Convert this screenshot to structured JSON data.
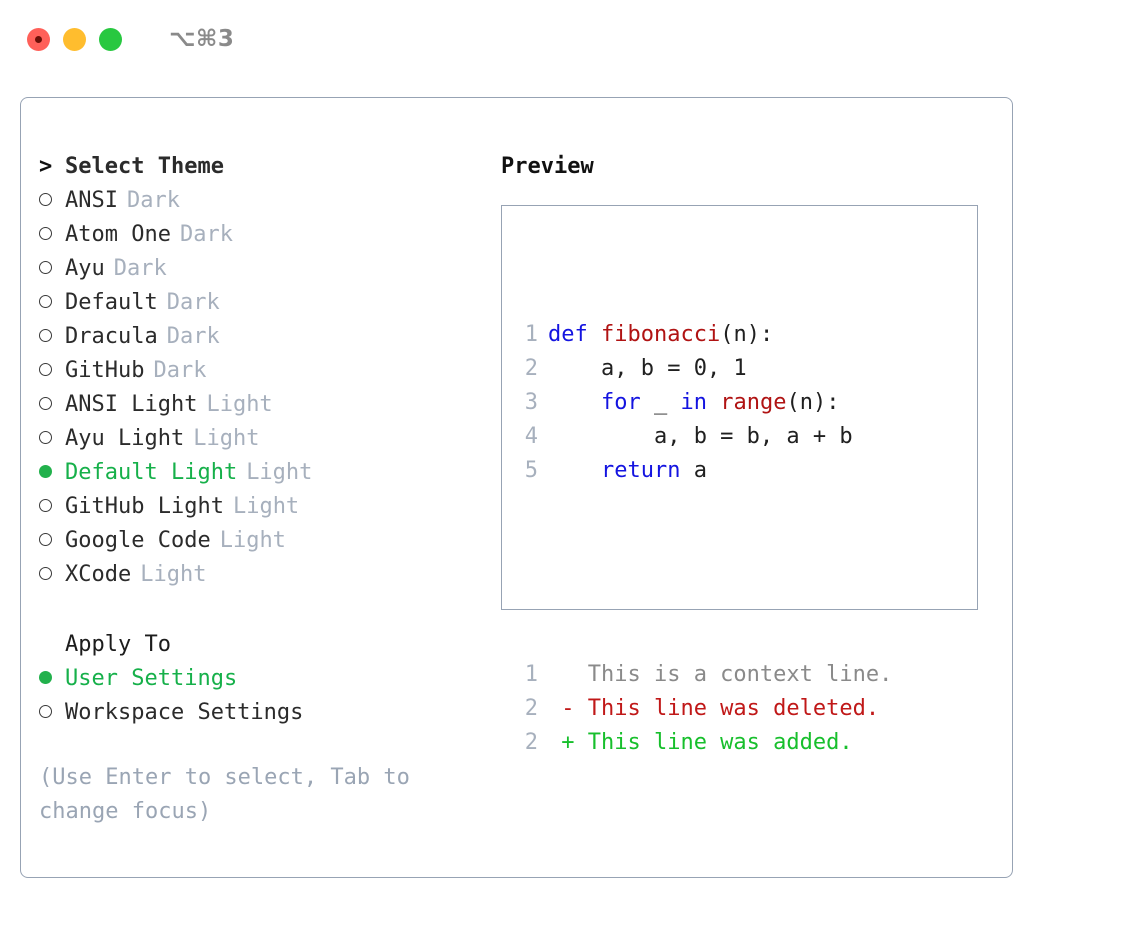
{
  "titlebar": {
    "shortcut": "⌥⌘3",
    "lights": [
      "close-red",
      "minimize-yellow",
      "maximize-green"
    ]
  },
  "theme_list": {
    "header_marker": ">",
    "header_label": "Select Theme",
    "items": [
      {
        "marker": "empty",
        "label": "ANSI",
        "suffix": "Dark",
        "selected": false
      },
      {
        "marker": "empty",
        "label": "Atom One",
        "suffix": "Dark",
        "selected": false
      },
      {
        "marker": "empty",
        "label": "Ayu",
        "suffix": "Dark",
        "selected": false
      },
      {
        "marker": "empty",
        "label": "Default",
        "suffix": "Dark",
        "selected": false
      },
      {
        "marker": "empty",
        "label": "Dracula",
        "suffix": "Dark",
        "selected": false
      },
      {
        "marker": "empty",
        "label": "GitHub",
        "suffix": "Dark",
        "selected": false
      },
      {
        "marker": "empty",
        "label": "ANSI Light",
        "suffix": "Light",
        "selected": false
      },
      {
        "marker": "empty",
        "label": "Ayu Light",
        "suffix": "Light",
        "selected": false
      },
      {
        "marker": "filled",
        "label": "Default Light",
        "suffix": "Light",
        "selected": true
      },
      {
        "marker": "empty",
        "label": "GitHub Light",
        "suffix": "Light",
        "selected": false
      },
      {
        "marker": "empty",
        "label": "Google Code",
        "suffix": "Light",
        "selected": false
      },
      {
        "marker": "empty",
        "label": "XCode",
        "suffix": "Light",
        "selected": false
      }
    ]
  },
  "apply_to": {
    "header_label": "Apply To",
    "items": [
      {
        "marker": "filled",
        "label": "User Settings",
        "selected": true
      },
      {
        "marker": "empty",
        "label": "Workspace Settings",
        "selected": false
      }
    ]
  },
  "hint": "(Use Enter to select, Tab to change focus)",
  "preview": {
    "title": "Preview",
    "code_lines": [
      {
        "num": "1",
        "tokens": [
          {
            "t": "def ",
            "c": "kw"
          },
          {
            "t": "fibonacci",
            "c": "fn"
          },
          {
            "t": "(n):",
            "c": "plain"
          }
        ]
      },
      {
        "num": "2",
        "tokens": [
          {
            "t": "    a, b = 0, 1",
            "c": "plain"
          }
        ]
      },
      {
        "num": "3",
        "tokens": [
          {
            "t": "    ",
            "c": "plain"
          },
          {
            "t": "for",
            "c": "kw"
          },
          {
            "t": " _ ",
            "c": "plain"
          },
          {
            "t": "in",
            "c": "kw"
          },
          {
            "t": " ",
            "c": "plain"
          },
          {
            "t": "range",
            "c": "fn"
          },
          {
            "t": "(n):",
            "c": "plain"
          }
        ]
      },
      {
        "num": "4",
        "tokens": [
          {
            "t": "        a, b = b, a + b",
            "c": "plain"
          }
        ]
      },
      {
        "num": "5",
        "tokens": [
          {
            "t": "    ",
            "c": "plain"
          },
          {
            "t": "return",
            "c": "kw"
          },
          {
            "t": " a",
            "c": "plain"
          }
        ]
      }
    ],
    "diff_lines": [
      {
        "num": "1",
        "text": "   This is a context line.",
        "kind": "ctx"
      },
      {
        "num": "2",
        "text": " - This line was deleted.",
        "kind": "del"
      },
      {
        "num": "2",
        "text": " + This line was added.",
        "kind": "add"
      }
    ]
  },
  "colors": {
    "accent_green": "#16b04a",
    "bullet_green": "#22b14c",
    "muted": "#a7b0bd",
    "border": "#97a3b4",
    "keyword_blue": "#1414e0",
    "function_red": "#b01313",
    "diff_add_green": "#17bf2c",
    "diff_del_red": "#c01818",
    "diff_ctx_gray": "#8a8a8a"
  }
}
